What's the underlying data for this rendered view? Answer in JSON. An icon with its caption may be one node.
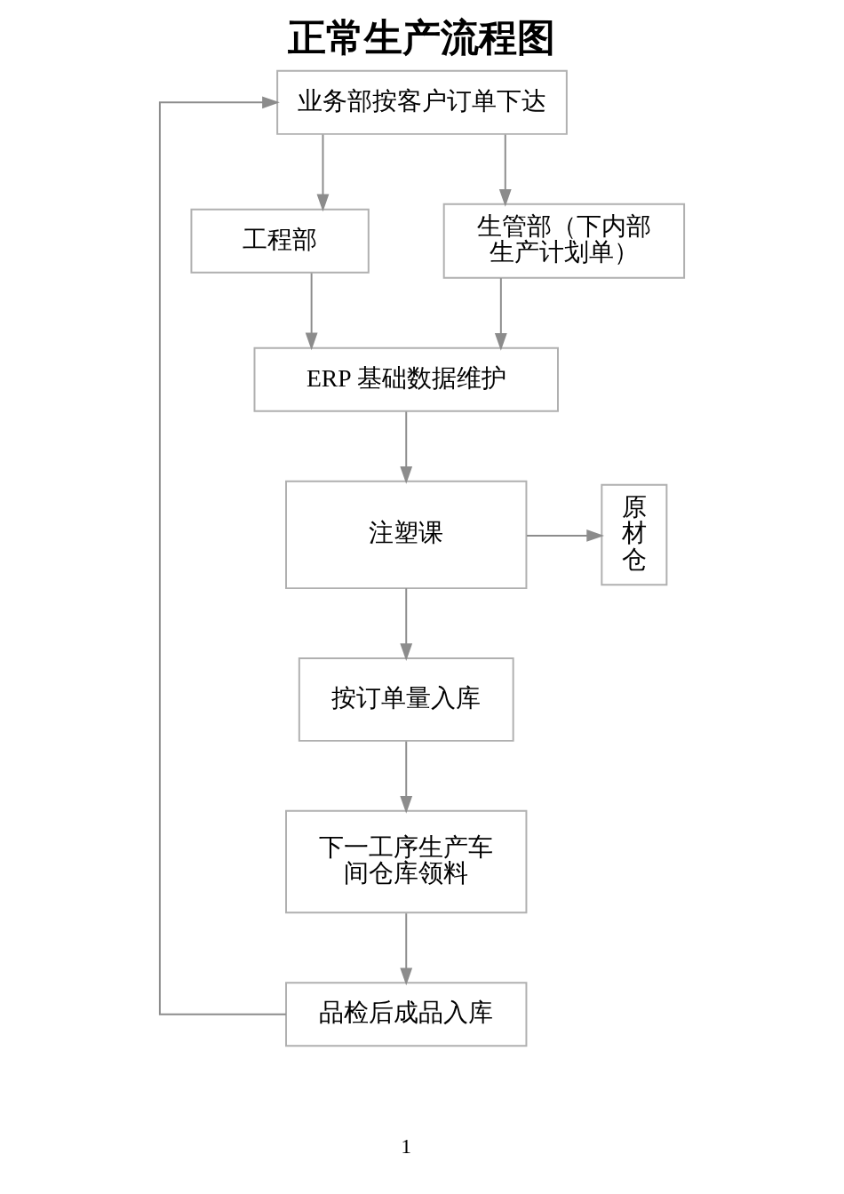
{
  "diagram": {
    "title": "正常生产流程图",
    "nodes": [
      {
        "text": [
          "业务部按客户订单下达"
        ]
      },
      {
        "text": [
          "工程部"
        ]
      },
      {
        "text": [
          "生管部（下内部生产计划单）"
        ]
      },
      {
        "text": [
          "ERP 基础数据维护"
        ]
      },
      {
        "text": [
          "注塑课"
        ]
      },
      {
        "text": [
          "原材仓"
        ]
      },
      {
        "text": [
          "按订单量入库"
        ]
      },
      {
        "text": [
          "下一工序生产车间仓库领料"
        ]
      },
      {
        "text": [
          "品检后成品入库"
        ]
      }
    ],
    "edges": [
      {
        "from": 0,
        "to": 1,
        "arrow": "to"
      },
      {
        "from": 0,
        "to": 2,
        "arrow": "to"
      },
      {
        "from": 1,
        "to": 3,
        "arrow": "to"
      },
      {
        "from": 2,
        "to": 3,
        "arrow": "to"
      },
      {
        "from": 3,
        "to": 4,
        "arrow": "to"
      },
      {
        "from": 4,
        "to": 5,
        "arrow": "to"
      },
      {
        "from": 4,
        "to": 6,
        "arrow": "to"
      },
      {
        "from": 6,
        "to": 7,
        "arrow": "to"
      },
      {
        "from": 7,
        "to": 8,
        "arrow": "to"
      },
      {
        "from": 8,
        "to": 0,
        "arrow": "to"
      }
    ],
    "labels": [
      "1"
    ]
  }
}
